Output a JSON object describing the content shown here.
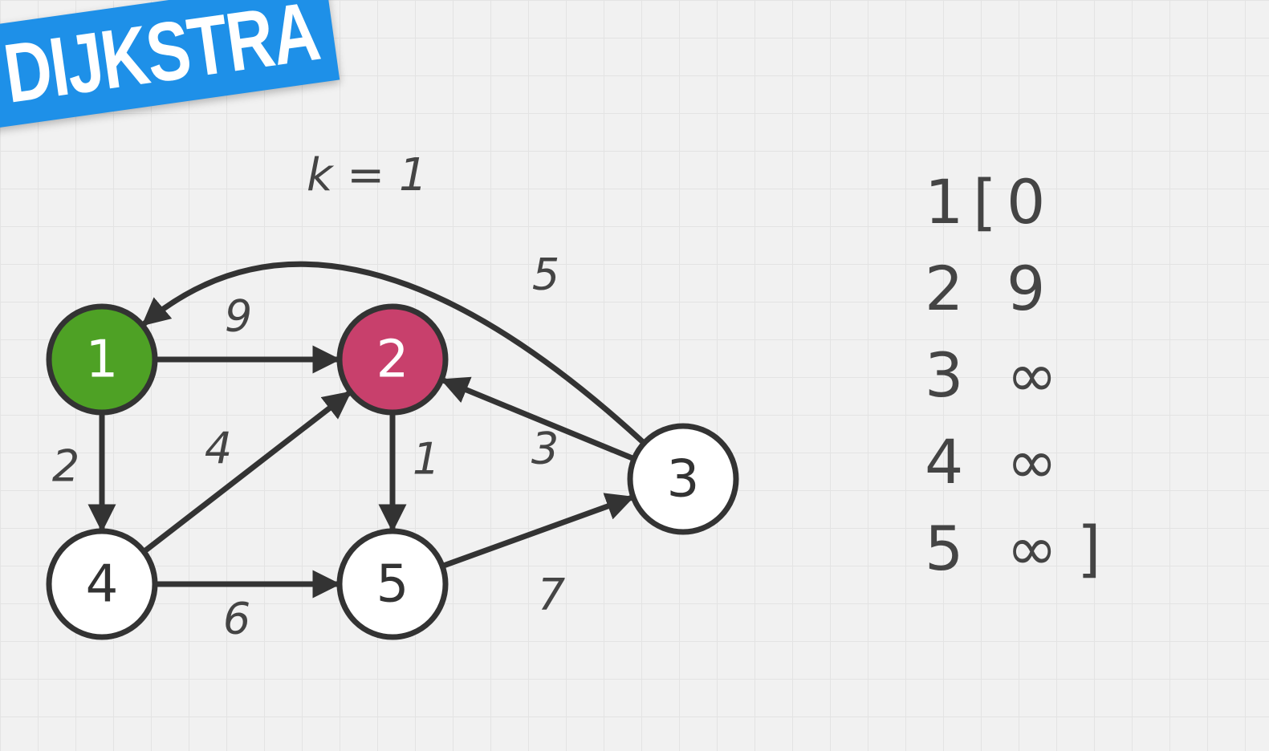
{
  "banner": {
    "title": "DIJKSTRA"
  },
  "iteration": {
    "label": "k = 1"
  },
  "graph": {
    "nodes": [
      {
        "id": "1",
        "label": "1",
        "state": "source"
      },
      {
        "id": "2",
        "label": "2",
        "state": "current"
      },
      {
        "id": "3",
        "label": "3",
        "state": "unvisited"
      },
      {
        "id": "4",
        "label": "4",
        "state": "unvisited"
      },
      {
        "id": "5",
        "label": "5",
        "state": "unvisited"
      }
    ],
    "edges": [
      {
        "from": "1",
        "to": "2",
        "weight": "9"
      },
      {
        "from": "1",
        "to": "4",
        "weight": "2"
      },
      {
        "from": "4",
        "to": "2",
        "weight": "4"
      },
      {
        "from": "2",
        "to": "5",
        "weight": "1"
      },
      {
        "from": "4",
        "to": "5",
        "weight": "6"
      },
      {
        "from": "5",
        "to": "3",
        "weight": "7"
      },
      {
        "from": "3",
        "to": "2",
        "weight": "3"
      },
      {
        "from": "3",
        "to": "1",
        "weight": "5"
      }
    ],
    "colors": {
      "source": "#4ea125",
      "current": "#c8406c",
      "unvisited": "#ffffff",
      "stroke": "#333333"
    }
  },
  "distances": {
    "open_bracket": "[",
    "close_bracket": "]",
    "rows": [
      {
        "vertex": "1",
        "value": "0"
      },
      {
        "vertex": "2",
        "value": "9"
      },
      {
        "vertex": "3",
        "value": "∞"
      },
      {
        "vertex": "4",
        "value": "∞"
      },
      {
        "vertex": "5",
        "value": "∞"
      }
    ]
  }
}
